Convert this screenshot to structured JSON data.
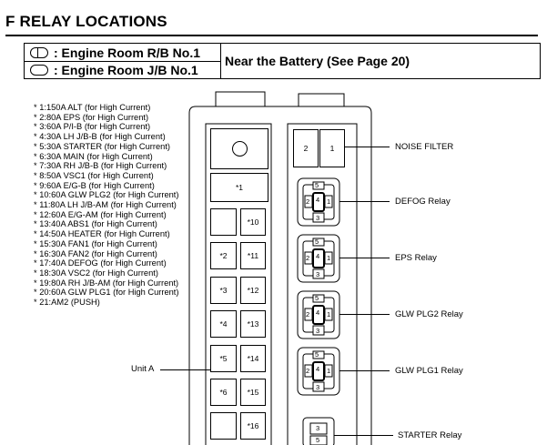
{
  "heading": "F  RELAY LOCATIONS",
  "legend": {
    "rb_label": ": Engine Room R/B No.1",
    "jb_label": ": Engine Room J/B No.1",
    "location_note": "Near the Battery (See Page 20)"
  },
  "relay_list": [
    "* 1:150A ALT (for High Current)",
    "* 2:80A EPS (for High Current)",
    "* 3:60A P/I-B (for High Current)",
    "* 4:30A LH J/B-B (for High Current)",
    "* 5:30A STARTER (for High Current)",
    "* 6:30A MAIN (for High Current)",
    "* 7:30A RH J/B-B (for High Current)",
    "* 8:50A VSC1 (for High Current)",
    "* 9:60A E/G-B (for High Current)",
    "* 10:60A GLW PLG2 (for High Current)",
    "* 11:80A LH J/B-AM (for High Current)",
    "* 12:60A E/G-AM (for High Current)",
    "* 13:40A ABS1 (for High Current)",
    "* 14:50A HEATER (for High Current)",
    "* 15:30A FAN1 (for High Current)",
    "* 16:30A FAN2 (for High Current)",
    "* 17:40A DEFOG (for High Current)",
    "* 18:30A VSC2 (for High Current)",
    "* 19:80A RH J/B-AM (for High Current)",
    "* 20:60A GLW PLG1 (for High Current)",
    "* 21:AM2 (PUSH)"
  ],
  "fuse_cells": {
    "c1": "*1",
    "c10": "*10",
    "c2": "*2",
    "c11": "*11",
    "c3": "*3",
    "c12": "*12",
    "c4": "*4",
    "c13": "*13",
    "c5": "*5",
    "c14": "*14",
    "c6": "*6",
    "c15": "*15",
    "c16": "*16"
  },
  "noise_filter_pins": {
    "left": "2",
    "right": "1"
  },
  "relay_pins": {
    "top": "5",
    "left": "2",
    "center": "4",
    "right": "1",
    "bottom": "3"
  },
  "callouts": {
    "noise_filter": "NOISE FILTER",
    "defog": "DEFOG Relay",
    "eps": "EPS Relay",
    "glw_plg2": "GLW PLG2 Relay",
    "glw_plg1": "GLW PLG1 Relay",
    "starter": "STARTER Relay",
    "unit_a": "Unit A"
  },
  "starter_pins": {
    "top": "3",
    "mid": "5"
  }
}
